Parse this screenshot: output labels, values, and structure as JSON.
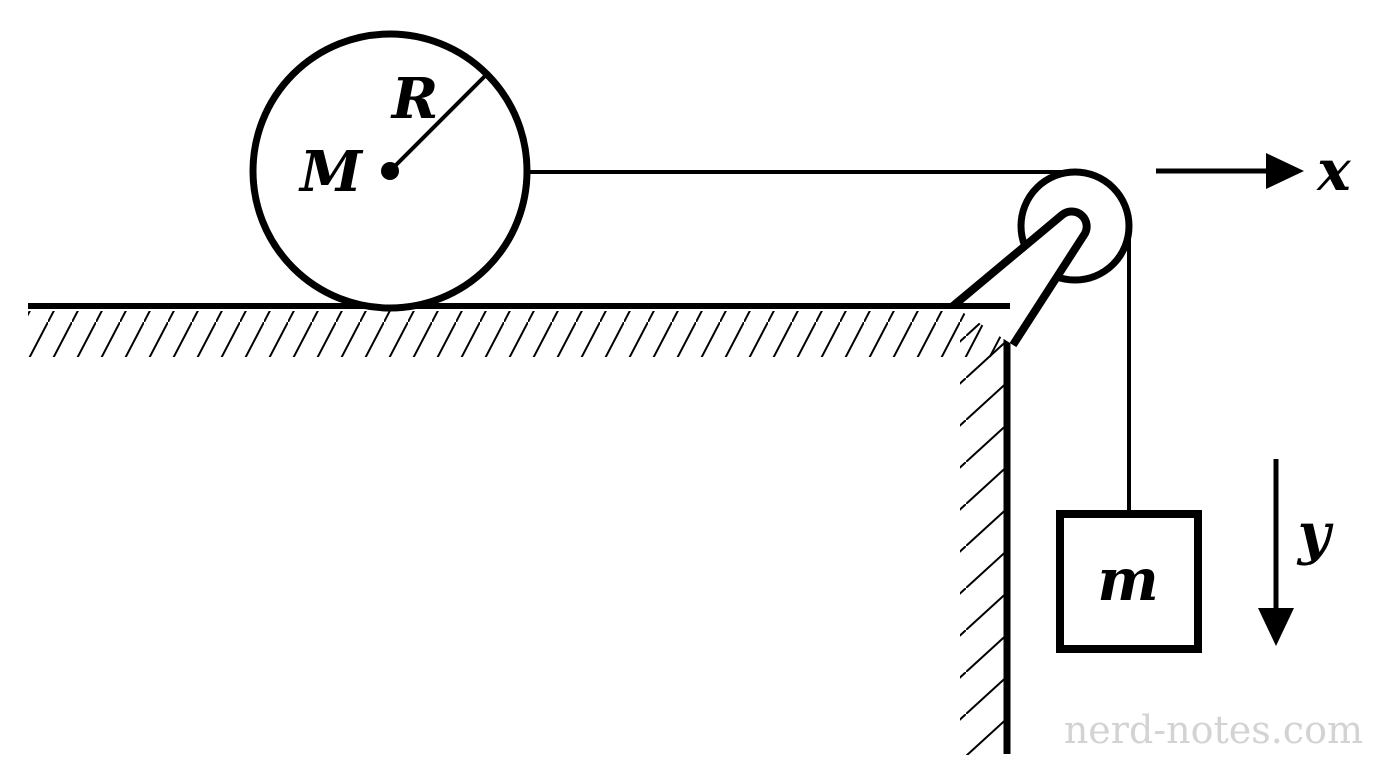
{
  "diagram": {
    "labels": {
      "disk_mass": "M",
      "disk_radius": "R",
      "hanging_mass": "m",
      "x_axis": "x",
      "y_axis": "y"
    },
    "watermark": "nerd-notes.com",
    "colors": {
      "line": "#000000",
      "background": "#ffffff",
      "watermark": "#d3d3d3"
    }
  }
}
